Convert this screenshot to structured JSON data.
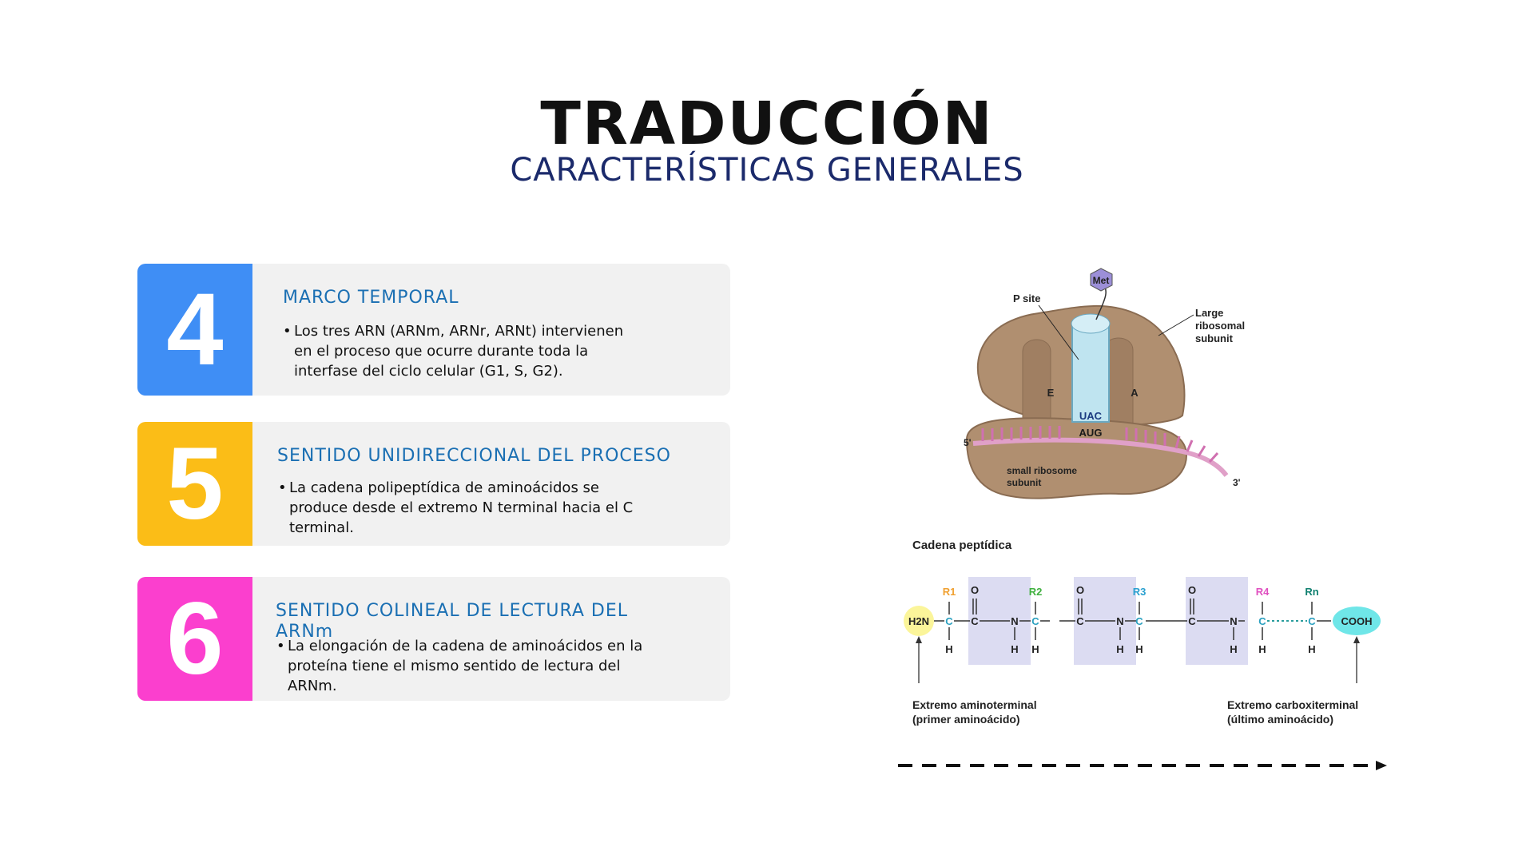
{
  "header": {
    "title": "TRADUCCIÓN",
    "subtitle": "CARACTERÍSTICAS GENERALES"
  },
  "cards": [
    {
      "number": "4",
      "color": "#3f8ef5",
      "heading": "MARCO TEMPORAL",
      "bullet": "•",
      "lines": [
        "Los tres ARN (ARNm, ARNr, ARNt) intervienen",
        "en el proceso que ocurre durante toda la",
        "interfase del ciclo celular (G1, S, G2)."
      ]
    },
    {
      "number": "5",
      "color": "#fbbd17",
      "heading": "SENTIDO UNIDIRECCIONAL DEL PROCESO",
      "bullet": "•",
      "lines": [
        "La cadena polipeptídica de aminoácidos se",
        "produce desde el extremo N terminal hacia el C",
        "terminal."
      ]
    },
    {
      "number": "6",
      "color": "#fb3fce",
      "heading_lines": [
        "SENTIDO COLINEAL DE LECTURA DEL",
        "ARNm"
      ],
      "bullet": "•",
      "lines": [
        "La elongación de la cadena de aminoácidos en la",
        "proteína tiene el mismo sentido de lectura del",
        "ARNm."
      ]
    }
  ],
  "ribosome": {
    "met": "Met",
    "p_site": "P site",
    "large_subunit": [
      "Large",
      "ribosomal",
      "subunit"
    ],
    "site_e": "E",
    "site_a": "A",
    "anticodon": "UAC",
    "codon": "AUG",
    "five_prime": "5'",
    "three_prime": "3'",
    "small_subunit": [
      "small ribosome",
      "subunit"
    ]
  },
  "peptide": {
    "title": "Cadena peptídica",
    "h2n": "H2N",
    "cooh": "COOH",
    "r_labels": [
      "R1",
      "R2",
      "R3",
      "R4",
      "Rn"
    ],
    "r_colors": [
      "#f0a030",
      "#40b040",
      "#2aa0d0",
      "#e050c0",
      "#108070"
    ],
    "c": "C",
    "n": "N",
    "o": "O",
    "h": "H",
    "left_end": [
      "Extremo aminoterminal",
      "(primer aminoácido)"
    ],
    "right_end": [
      "Extremo carboxiterminal",
      "(último aminoácido)"
    ]
  }
}
